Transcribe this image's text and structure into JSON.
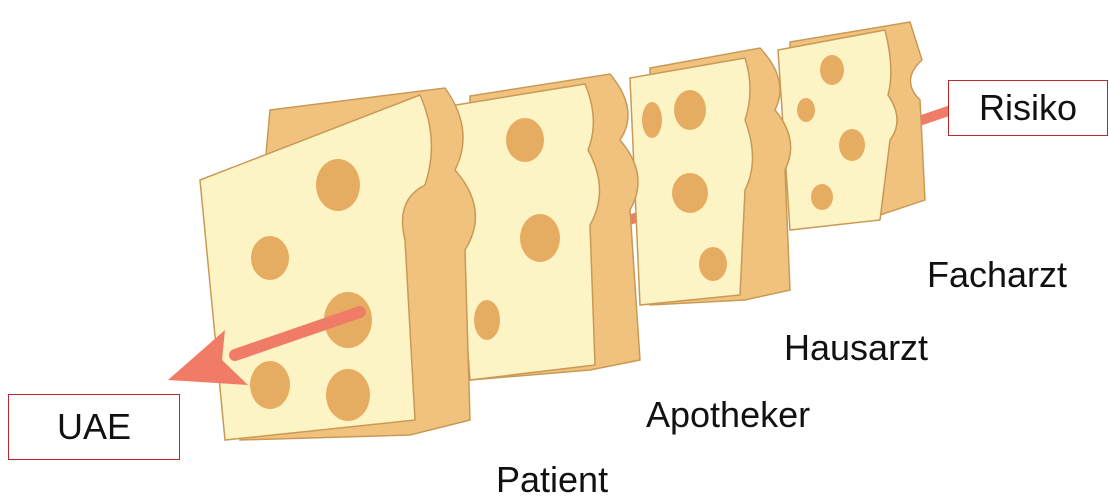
{
  "labels": {
    "risk": "Risiko",
    "outcome": "UAE",
    "layer_patient": "Patient",
    "layer_pharmacist": "Apotheker",
    "layer_gp": "Hausarzt",
    "layer_specialist": "Facharzt"
  },
  "colors": {
    "cheese_face": "#fdf4c6",
    "cheese_side": "#f0c27e",
    "hole": "#e6ad62",
    "outline": "#c99a55",
    "arrow": "#f07c67",
    "box_border": "#c0242b",
    "text": "#111111"
  },
  "icons": [
    "cheese-slice-icon",
    "hole-icon",
    "risk-arrow-icon"
  ]
}
